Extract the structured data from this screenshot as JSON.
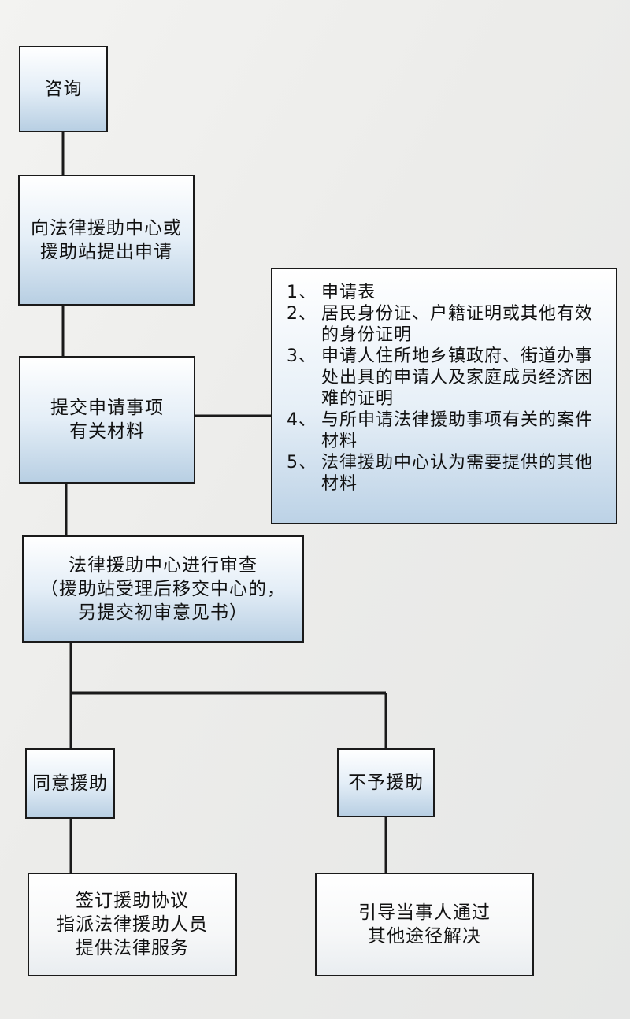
{
  "flow": {
    "consult": "咨询",
    "apply": [
      "向法律援助中心或",
      "援助站提出申请"
    ],
    "submit": [
      "提交申请事项",
      "有关材料"
    ],
    "review": [
      "法律援助中心进行审查",
      "（援助站受理后移交中心的，",
      "另提交初审意见书）"
    ],
    "approve": "同意援助",
    "reject": "不予援助",
    "approve_next": [
      "签订援助协议",
      "指派法律援助人员",
      "提供法律服务"
    ],
    "reject_next": [
      "引导当事人通过",
      "其他途径解决"
    ]
  },
  "materials": [
    {
      "num": "1、",
      "text": "申请表"
    },
    {
      "num": "2、",
      "text": "居民身份证、户籍证明或其他有效的身份证明"
    },
    {
      "num": "3、",
      "text": "申请人住所地乡镇政府、街道办事处出具的申请人及家庭成员经济困难的证明"
    },
    {
      "num": "4、",
      "text": "与所申请法律援助事项有关的案件材料"
    },
    {
      "num": "5、",
      "text": "法律援助中心认为需要提供的其他材料"
    }
  ]
}
